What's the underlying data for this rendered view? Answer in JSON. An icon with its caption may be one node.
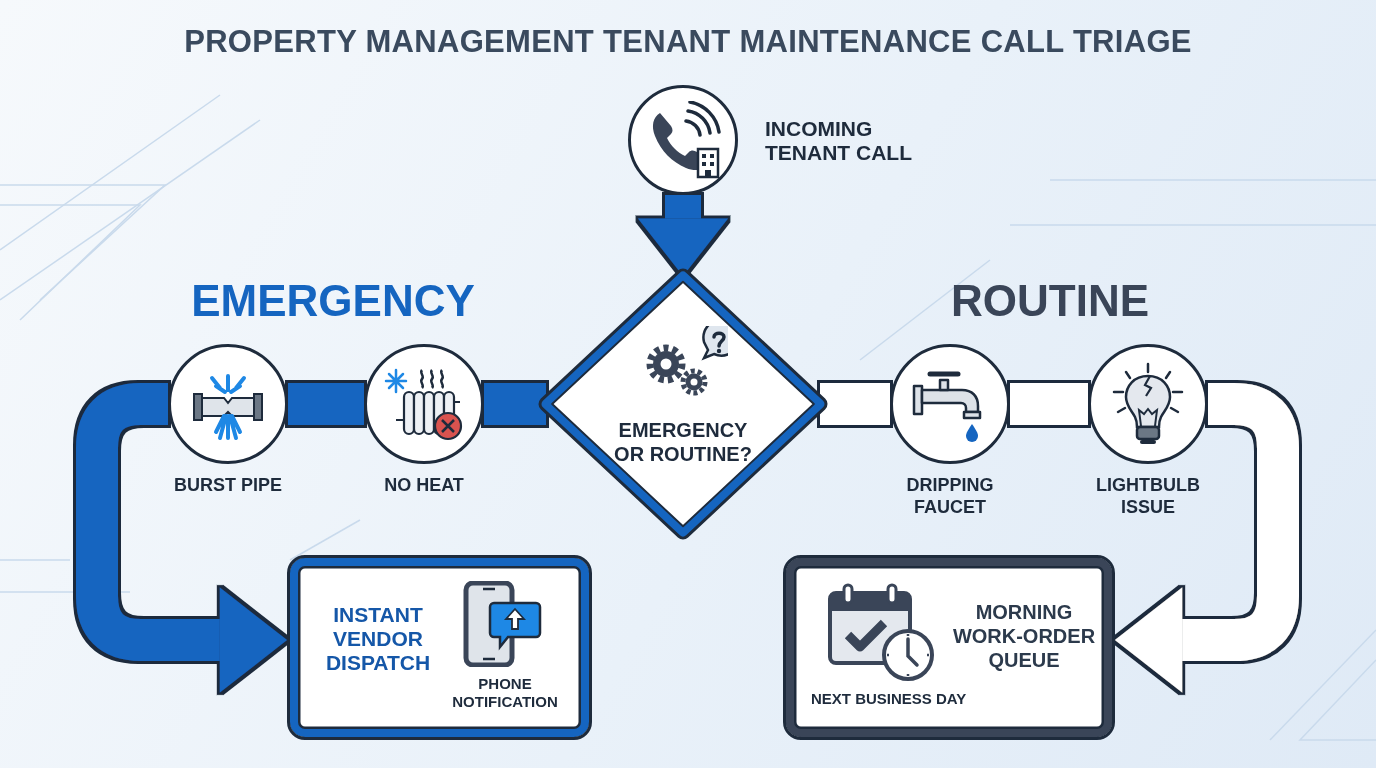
{
  "diagram": {
    "title": "PROPERTY MANAGEMENT TENANT MAINTENANCE CALL TRIAGE",
    "nodes": [
      {
        "text": [
          "INCOMING TENANT CALL"
        ]
      },
      {
        "text": [
          "EMERGENCY OR ROUTINE?"
        ]
      },
      {
        "text": [
          "BURST PIPE"
        ]
      },
      {
        "text": [
          "NO HEAT"
        ]
      },
      {
        "text": [
          "INSTANT VENDOR DISPATCH",
          "PHONE NOTIFICATION"
        ]
      },
      {
        "text": [
          "DRIPPING FAUCET"
        ]
      },
      {
        "text": [
          "LIGHTBULB ISSUE"
        ]
      },
      {
        "text": [
          "MORNING WORK-ORDER QUEUE",
          "NEXT BUSINESS DAY"
        ]
      }
    ],
    "edges": [
      {
        "from": 0,
        "to": 1,
        "arrow": "to",
        "color": "#1565c0"
      },
      {
        "from": 1,
        "to": 3,
        "arrow": "none",
        "color": "#1565c0"
      },
      {
        "from": 3,
        "to": 2,
        "arrow": "none",
        "color": "#1565c0"
      },
      {
        "from": 2,
        "to": 4,
        "arrow": "to",
        "color": "#1565c0"
      },
      {
        "from": 1,
        "to": 5,
        "arrow": "none",
        "color": "#ffffff"
      },
      {
        "from": 5,
        "to": 6,
        "arrow": "none",
        "color": "#ffffff"
      },
      {
        "from": 6,
        "to": 7,
        "arrow": "to",
        "color": "#ffffff"
      }
    ],
    "labels": [
      "EMERGENCY",
      "ROUTINE"
    ]
  }
}
